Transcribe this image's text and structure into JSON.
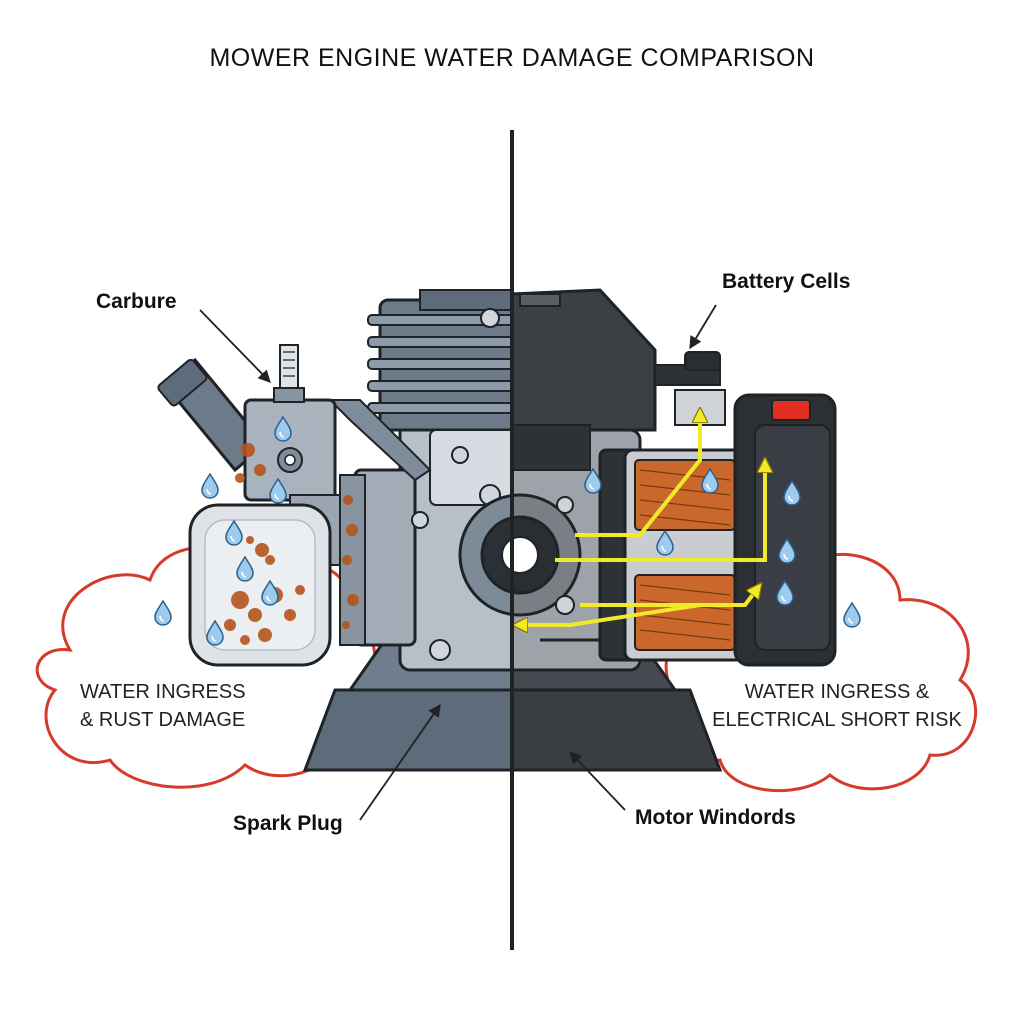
{
  "title": "MOWER ENGINE WATER DAMAGE COMPARISON",
  "labels": {
    "carburetor": "Carbure",
    "spark_plug": "Spark Plug",
    "battery": "Battery Cells",
    "motor": "Motor Windords"
  },
  "callouts": {
    "gas": {
      "line1": "WATER INGRESS",
      "line2": "& RUST DAMAGE"
    },
    "electric": {
      "line1": "WATER INGRESS &",
      "line2": "ELECTRICAL SHORT RISK"
    }
  },
  "colors": {
    "callout_outline": "#d63a2a",
    "rust": "#b5541c",
    "water": "#8fc1e8",
    "current_flow": "#f2ea28",
    "gas_metal": "#7e8c9b",
    "electric_body": "#3c3f44",
    "switch": "#e02e20"
  },
  "icons": [
    "water-drop-icon",
    "rust-spot-icon",
    "current-arrow-icon",
    "red-switch-icon"
  ]
}
